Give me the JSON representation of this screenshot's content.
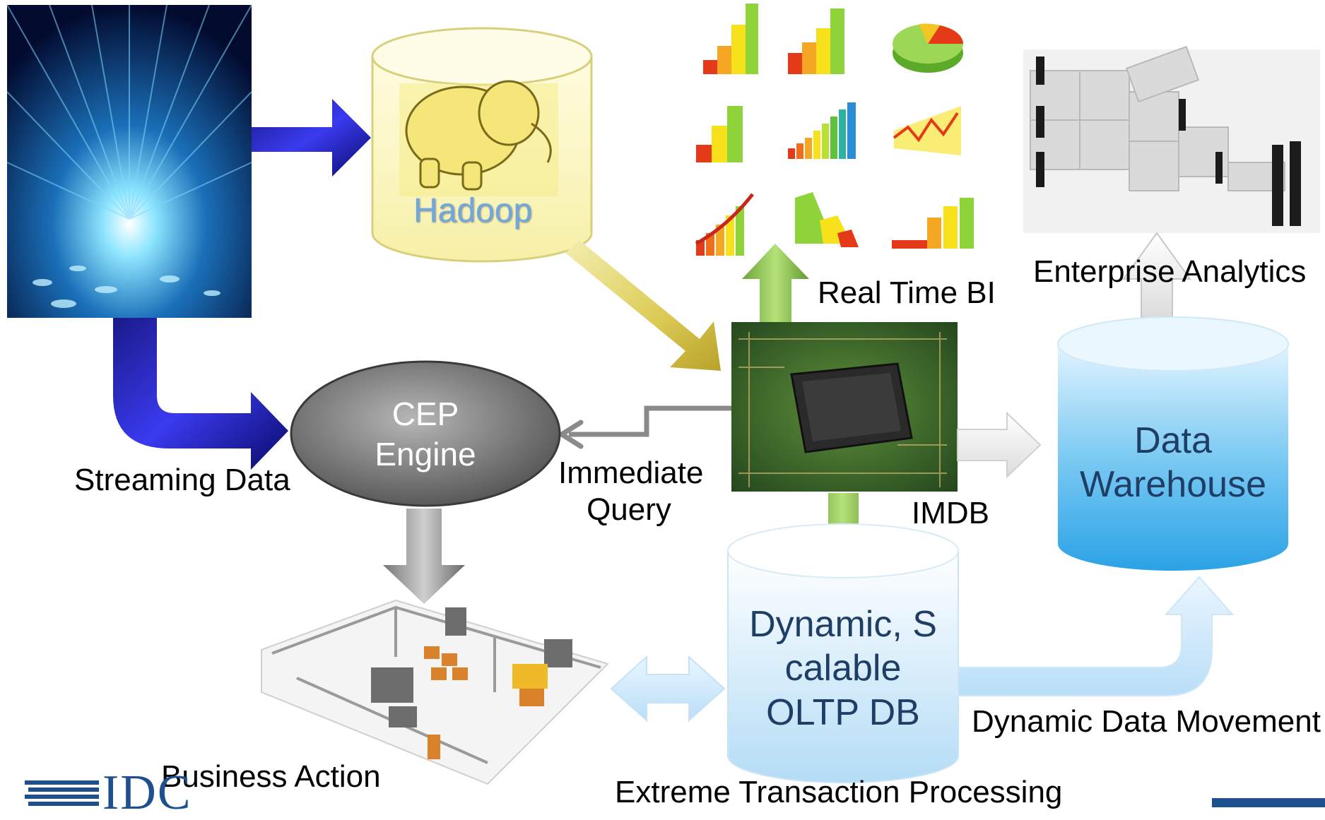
{
  "nodes": {
    "hadoop": {
      "label": "Hadoop"
    },
    "cep": {
      "line1": "CEP",
      "line2": "Engine"
    },
    "data_warehouse": {
      "line1": "Data",
      "line2": "Warehouse"
    },
    "oltp": {
      "line1": "Dynamic, S",
      "line2": "calable",
      "line3": "OLTP DB"
    }
  },
  "labels": {
    "real_time_bi": "Real Time BI",
    "enterprise_analytics": "Enterprise Analytics",
    "streaming_data": "Streaming Data",
    "immediate_query_1": "Immediate",
    "immediate_query_2": "Query",
    "imdb": "IMDB",
    "business_action": "Business Action",
    "dynamic_data_movement": "Dynamic Data Movement",
    "extreme_transaction_processing": "Extreme Transaction Processing"
  },
  "logo": {
    "text": "IDC"
  },
  "icons": [
    "streaming-binary-tunnel-image",
    "elephant-icon",
    "bar-chart-icon",
    "pie-chart-icon",
    "line-chart-icon",
    "puzzle-team-image",
    "circuit-chip-image",
    "factory-automation-image"
  ]
}
